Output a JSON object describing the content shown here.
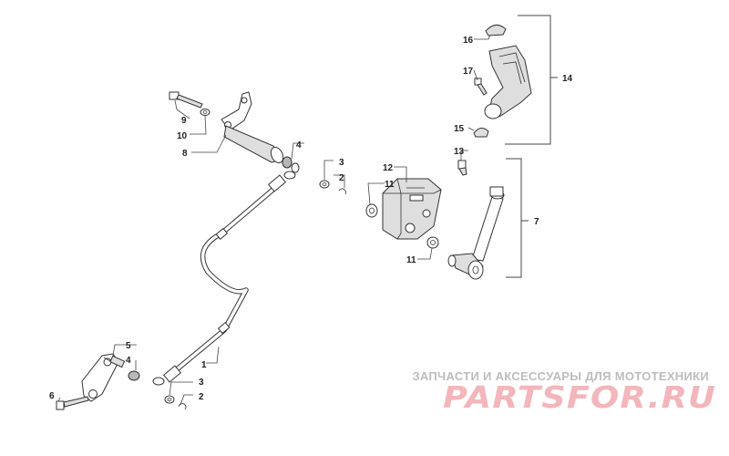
{
  "callouts": {
    "c1": "1",
    "c2a": "2",
    "c2b": "2",
    "c3a": "3",
    "c3b": "3",
    "c4a": "4",
    "c4b": "4",
    "c5": "5",
    "c6": "6",
    "c7": "7",
    "c8": "8",
    "c9": "9",
    "c10": "10",
    "c11a": "11",
    "c11b": "11",
    "c12": "12",
    "c13": "13",
    "c14": "14",
    "c15": "15",
    "c16": "16",
    "c17": "17"
  },
  "watermark": {
    "tagline": "ЗАПЧАСТИ И АКСЕССУАРЫ ДЛЯ МОТОТЕХНИКИ",
    "logo": "PARTSFOR.RU"
  }
}
